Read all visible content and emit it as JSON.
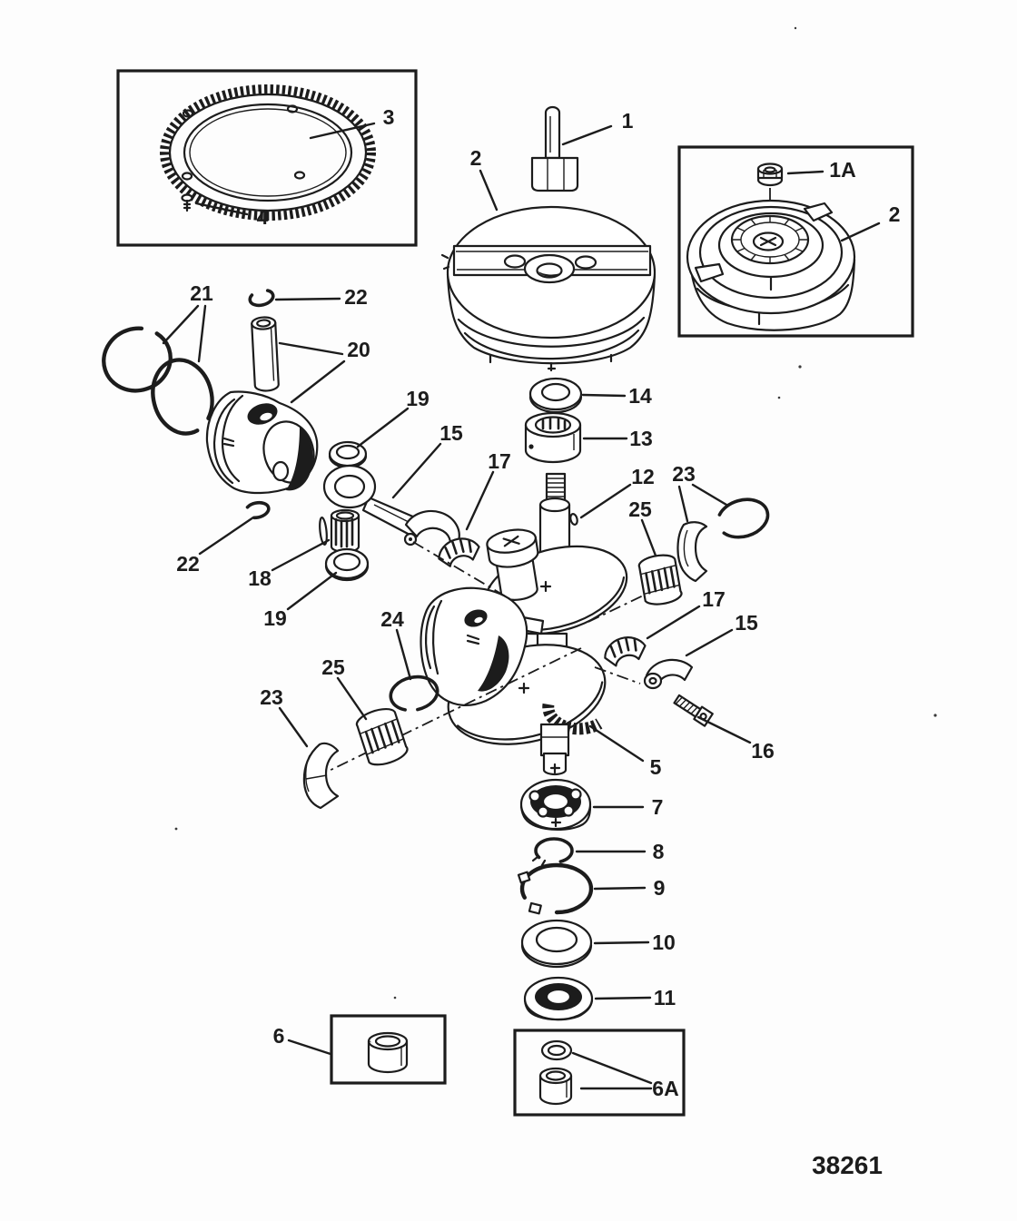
{
  "figure": {
    "drawing_number": "38261",
    "kind": "exploded parts diagram",
    "subject": "crankshaft, piston and flywheel assembly"
  },
  "palette": {
    "ink": "#1c1c1c",
    "paper": "#fdfdfd"
  },
  "callouts": {
    "ring_gear": "3",
    "ring_gear_screw": "4",
    "flywheel_bolt": "1",
    "flywheel": "2",
    "flywheel_nut_alt": "1A",
    "flywheel_alt": "2",
    "piston_rings": "21",
    "pin_retainer_top": "22",
    "piston_pin": "20",
    "washer_upper": "19",
    "connecting_rod": "15",
    "rod_bearing_upper": "17",
    "washer_flywheel": "14",
    "bearing_top": "13",
    "key": "12",
    "center_shell_right": "23",
    "center_cage_right": "25",
    "pin_retainer_bottom": "22",
    "needle_cage": "18",
    "washer_lower": "19",
    "retaining_ring_center": "24",
    "rod_bearing_lower": "17",
    "rod_cap": "15",
    "center_cage_left": "25",
    "center_shell_left": "23",
    "rod_screw": "16",
    "crankshaft": "5",
    "ball_bearing": "7",
    "snap_ring": "8",
    "retaining_ring_lower": "9",
    "washer_bottom": "10",
    "oil_seal": "11",
    "bushing": "6",
    "bushing_kit": "6A"
  }
}
